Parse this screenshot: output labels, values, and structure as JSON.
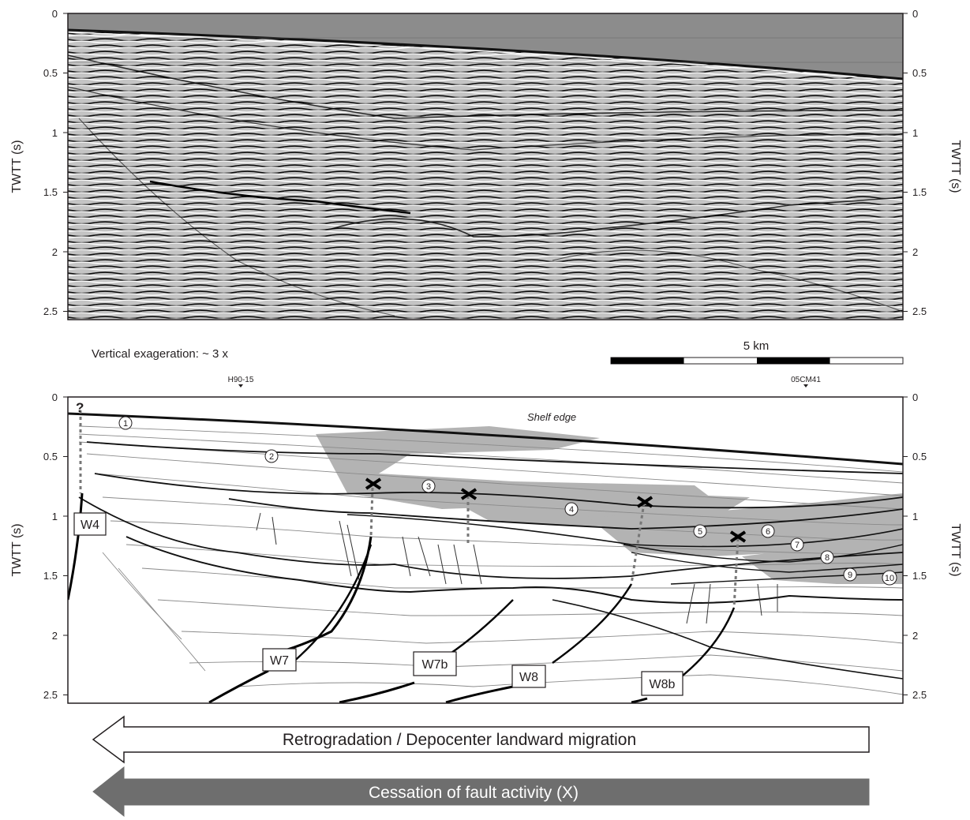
{
  "top_panel": {
    "yticks": [
      "0",
      "0.5",
      "1",
      "1.5",
      "2",
      "2.5"
    ],
    "ylabel_left": "TWTT (s)",
    "ylabel_right": "TWTT (s)"
  },
  "vertical_exaggeration": "Vertical exageration: ~ 3 x",
  "scale_bar_label": "5 km",
  "bottom_panel": {
    "yticks": [
      "0",
      "0.5",
      "1",
      "1.5",
      "2",
      "2.5"
    ],
    "ylabel_left": "TWTT (s)",
    "ylabel_right": "TWTT (s)",
    "well_left": "H90-15",
    "well_right": "05CM41",
    "shelf_edge": "Shelf edge",
    "question_mark": "?",
    "horizons": [
      "1",
      "2",
      "3",
      "4",
      "5",
      "6",
      "7",
      "8",
      "9",
      "10"
    ],
    "faults": [
      "W4",
      "W7",
      "W7b",
      "W8",
      "W8b"
    ]
  },
  "arrows": {
    "retrogradation": "Retrogradation / Depocenter landward migration",
    "cessation": "Cessation of fault activity (X)"
  },
  "colors": {
    "seafloor_fill": "#8c8c8c",
    "shaded_units": "#b3b3b3",
    "dark_arrow": "#6e6e6e"
  }
}
